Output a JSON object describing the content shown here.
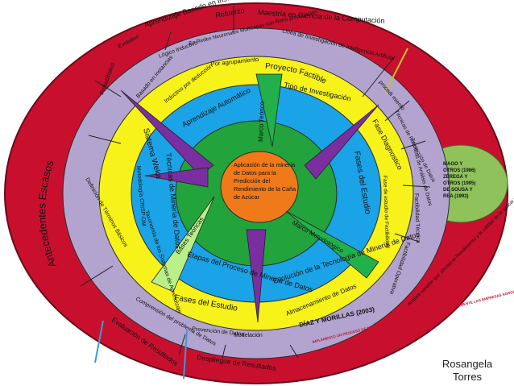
{
  "center": {
    "title": "Aplicación de la minería de Datos para la Predicción del Rendimiento de la Caña de Azúcar"
  },
  "outer_ring": {
    "left_label": "Antecedentes Escasos",
    "top_items": [
      "Aprendizaje Basado en Instancias",
      "Refuerzo",
      "Maestría en Ciencia de la Computación"
    ],
    "bottom_items": [
      "Evaluación de Resultados",
      "Despliegue de Resultados"
    ],
    "right_note": "Análisis variable que afectan el Rendimiento y la calidad de la azúcar producida"
  },
  "lavender_ring": {
    "items": [
      "Probabilístico",
      "Evolutivo",
      "Lógico Inductivo",
      "En Redes Neuronales Multicapas con Retro propagación",
      "Línea de Investigación de Inteligencia Artificial",
      "procedi miento",
      "Técnicas de Recolección de Datos",
      "Técnicas de Análisis de Datos",
      "Factibilidad Técnica",
      "Factibilidad Operativa",
      "DÍAZ Y MORILLAS (2003)",
      "IMPLEMENTO UN PROCESO DE MINERÍA DE DATOS PARA CARACTERIZAR CONTABLEMENTE LAS EMPRESAS AGROALIMENTARIAS",
      "Modelación",
      "Prevención de Datos",
      "Comprensión del problema de Datos",
      "Definición de Términos Básicos"
    ]
  },
  "yellow_ring": {
    "items": [
      "Basado en instancias",
      "Inductivo por deducción",
      "Por agrupamiento",
      "Proyecto Factible",
      "Fase Diagnostico",
      "Fase de estudio de Factibilidad",
      "Almacenamiento de Datos",
      "Fases del Estudio",
      "Taxonomía de los Sistemas de Aprendizaje",
      "Metodología CRISP-DM",
      "Sistema Weka"
    ]
  },
  "blue_ring": {
    "items": [
      "Aprendizaje Automático",
      "Tipo de Investigación",
      "Fases del Estudio",
      "Evolución de la Tecnología de Minería de Datos",
      "Etapas del Proceso de Minería de Datos",
      "Técnicas de Minería de Datos"
    ]
  },
  "wedges": [
    "Marco Teórico",
    "Marco Metodológico",
    "Bases Teóricas"
  ],
  "side_note": {
    "lines": [
      "MAGO Y",
      "OTROS (1986)",
      "ZÉREGA Y",
      "OTROS (1995)",
      "DE SOUSA Y",
      "REA (1993)"
    ]
  },
  "author": {
    "line1": "Rosangela",
    "line2": "Torres"
  },
  "colors": {
    "outer": "#c8102e",
    "lavender": "#b3a4cf",
    "yellow": "#f7f21a",
    "blue": "#1aa3e6",
    "green": "#22a33c",
    "orange": "#f07a1a",
    "purple": "#7a2ea0",
    "wedge_green": "#22b04a",
    "wedge_light": "#b9f08a",
    "note": "#8fc25a"
  }
}
